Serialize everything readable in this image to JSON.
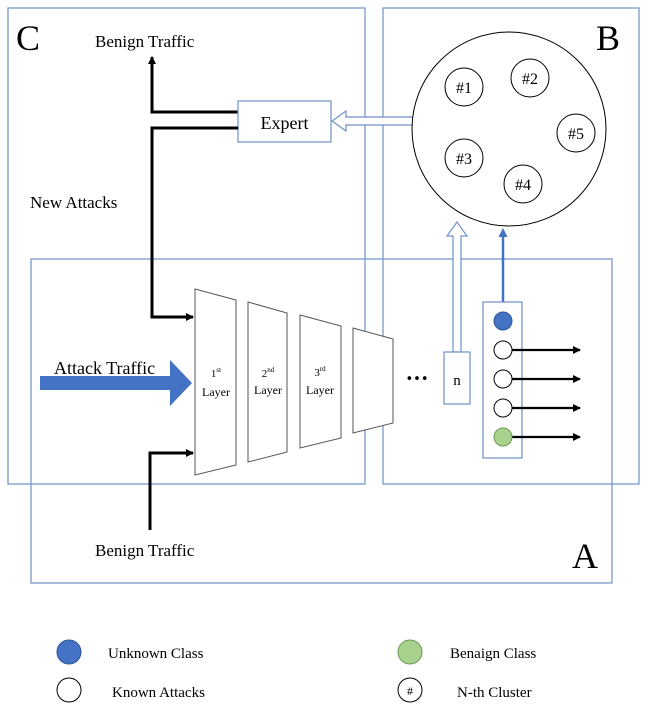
{
  "panels": {
    "a": "A",
    "b": "B",
    "c": "C"
  },
  "top_benign_label": "Benign Traffic",
  "bottom_benign_label": "Benign Traffic",
  "expert_label": "Expert",
  "new_attacks_label": "New Attacks",
  "attack_traffic_label": "Attack Traffic",
  "layers": [
    {
      "number": "1",
      "suffix": "st",
      "word": "Layer"
    },
    {
      "number": "2",
      "suffix": "nd",
      "word": "Layer"
    },
    {
      "number": "3",
      "suffix": "rd",
      "word": "Layer"
    }
  ],
  "ellipsis": "•••",
  "n_label": "n",
  "clusters": [
    "#1",
    "#2",
    "#3",
    "#4",
    "#5"
  ],
  "output_nodes": [
    "unknown",
    "known",
    "known",
    "known",
    "benign"
  ],
  "legend": {
    "unknown": "Unknown Class",
    "known": "Known Attacks",
    "benign": "Benaign Class",
    "cluster_symbol": "#",
    "cluster": "N-th Cluster"
  },
  "colors": {
    "unknown": "#4472c4",
    "benign": "#a9d18e",
    "panel_border": "#6f8fc8",
    "attack_arrow": "#4472c4",
    "black": "#000000"
  }
}
